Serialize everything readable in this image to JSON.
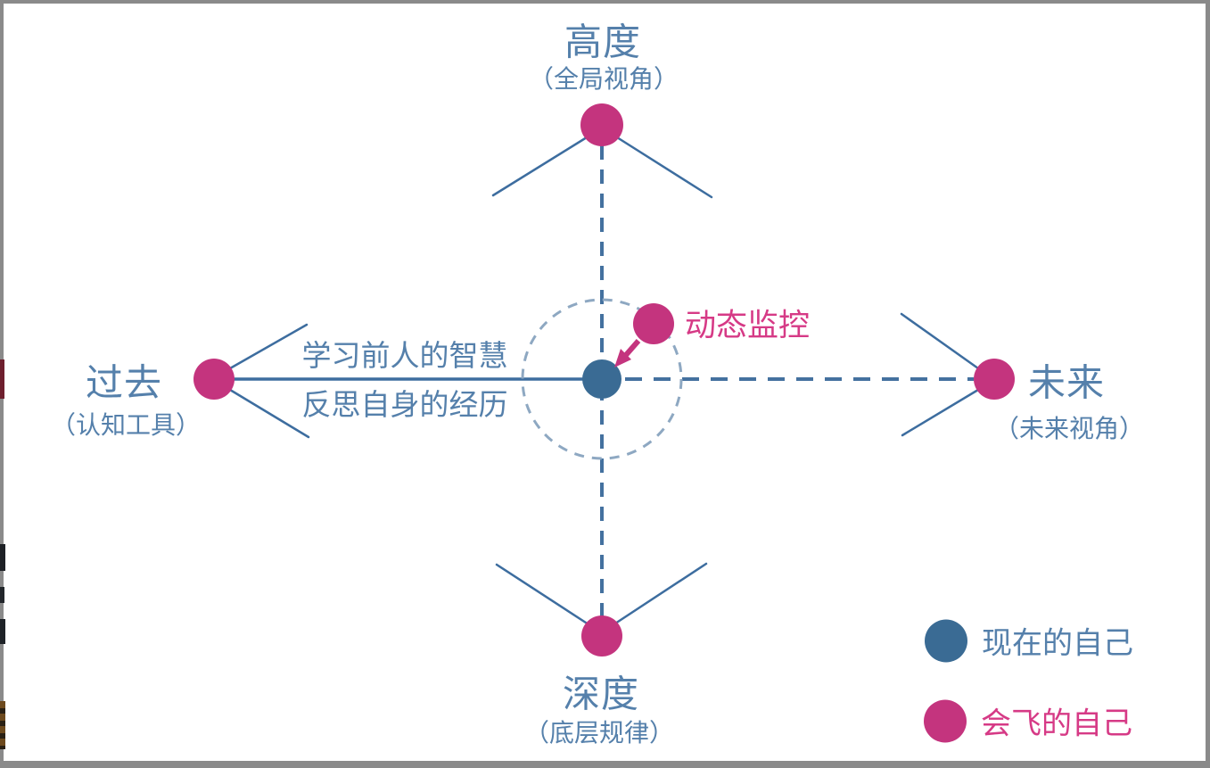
{
  "colors": {
    "pink": "#c4347e",
    "pink_text": "#d63a86",
    "blue_node": "#3a6b94",
    "blue_text": "#5580ab",
    "line_blue": "#3d6d9f",
    "dash_blue": "#44719f",
    "circle_dash": "#8ea8c2",
    "frame_gray": "#8a8a8a"
  },
  "diagram": {
    "top_axis": {
      "title": "高度",
      "subtitle": "（全局视角）"
    },
    "left_axis": {
      "title": "过去",
      "subtitle": "（认知工具）"
    },
    "right_axis": {
      "title": "未来",
      "subtitle": "（未来视角）"
    },
    "bottom_axis": {
      "title": "深度",
      "subtitle": "（底层规律）"
    },
    "past_line_annotation_top": "学习前人的智慧",
    "past_line_annotation_bottom": "反思自身的经历",
    "monitor_label": "动态监控",
    "legend": {
      "current_self": "现在的自己",
      "flying_self": "会飞的自己"
    }
  }
}
